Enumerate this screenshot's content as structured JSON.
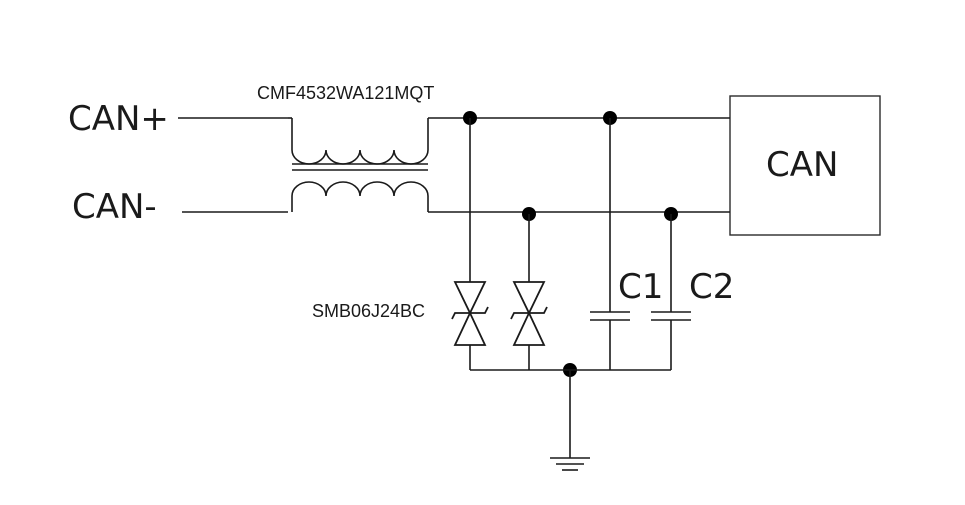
{
  "labels": {
    "can_plus": "CAN+",
    "can_minus": "CAN-",
    "choke": "CMF4532WA121MQT",
    "transceiver": "CAN",
    "tvs": "SMB06J24BC",
    "cap1": "C1",
    "cap2": "C2"
  },
  "components": [
    {
      "name": "common-mode-choke",
      "part": "CMF4532WA121MQT"
    },
    {
      "name": "tvs-diode-1",
      "part": "SMB06J24BC"
    },
    {
      "name": "tvs-diode-2",
      "part": "SMB06J24BC"
    },
    {
      "name": "capacitor-c1",
      "ref": "C1"
    },
    {
      "name": "capacitor-c2",
      "ref": "C2"
    },
    {
      "name": "can-transceiver",
      "ref": "CAN"
    },
    {
      "name": "ground",
      "ref": ""
    }
  ]
}
